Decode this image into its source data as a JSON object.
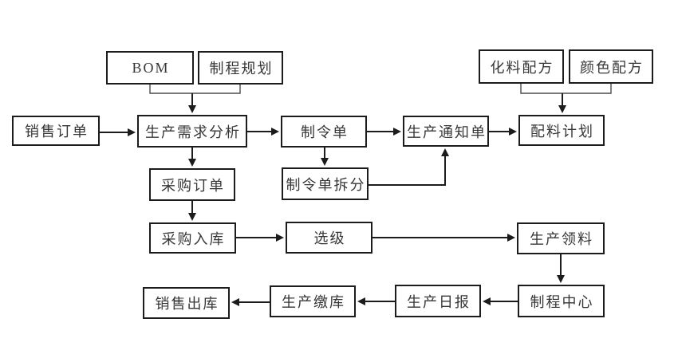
{
  "diagram": {
    "type": "flowchart",
    "background_color": "#ffffff",
    "box_border_color": "#1c1c1c",
    "text_color": "#363636",
    "arrow_color": "#1c1c1c",
    "nodes": [
      {
        "id": "bom",
        "label": "BOM"
      },
      {
        "id": "process-planning",
        "label": "制程规划"
      },
      {
        "id": "chemical-formula",
        "label": "化料配方"
      },
      {
        "id": "color-formula",
        "label": "颜色配方"
      },
      {
        "id": "sales-order",
        "label": "销售订单"
      },
      {
        "id": "production-demand-analysis",
        "label": "生产需求分析"
      },
      {
        "id": "work-order",
        "label": "制令单"
      },
      {
        "id": "production-notice",
        "label": "生产通知单"
      },
      {
        "id": "batching-plan",
        "label": "配料计划"
      },
      {
        "id": "purchase-order",
        "label": "采购订单"
      },
      {
        "id": "work-order-split",
        "label": "制令单拆分"
      },
      {
        "id": "purchase-receipt",
        "label": "采购入库"
      },
      {
        "id": "grading",
        "label": "选级"
      },
      {
        "id": "production-picking",
        "label": "生产领料"
      },
      {
        "id": "sales-delivery",
        "label": "销售出库"
      },
      {
        "id": "production-warehousing",
        "label": "生产缴库"
      },
      {
        "id": "production-daily-report",
        "label": "生产日报"
      },
      {
        "id": "process-center",
        "label": "制程中心"
      }
    ],
    "edges": [
      {
        "from": "sales-order",
        "to": "production-demand-analysis"
      },
      {
        "from": "bom",
        "to": "production-demand-analysis"
      },
      {
        "from": "process-planning",
        "to": "production-demand-analysis"
      },
      {
        "from": "production-demand-analysis",
        "to": "work-order"
      },
      {
        "from": "work-order",
        "to": "production-notice"
      },
      {
        "from": "production-notice",
        "to": "batching-plan"
      },
      {
        "from": "chemical-formula",
        "to": "batching-plan"
      },
      {
        "from": "color-formula",
        "to": "batching-plan"
      },
      {
        "from": "production-demand-analysis",
        "to": "purchase-order"
      },
      {
        "from": "work-order",
        "to": "work-order-split"
      },
      {
        "from": "work-order-split",
        "to": "production-notice"
      },
      {
        "from": "purchase-order",
        "to": "purchase-receipt"
      },
      {
        "from": "purchase-receipt",
        "to": "grading"
      },
      {
        "from": "grading",
        "to": "production-picking"
      },
      {
        "from": "production-picking",
        "to": "process-center"
      },
      {
        "from": "process-center",
        "to": "production-daily-report"
      },
      {
        "from": "production-daily-report",
        "to": "production-warehousing"
      },
      {
        "from": "production-warehousing",
        "to": "sales-delivery"
      }
    ]
  }
}
